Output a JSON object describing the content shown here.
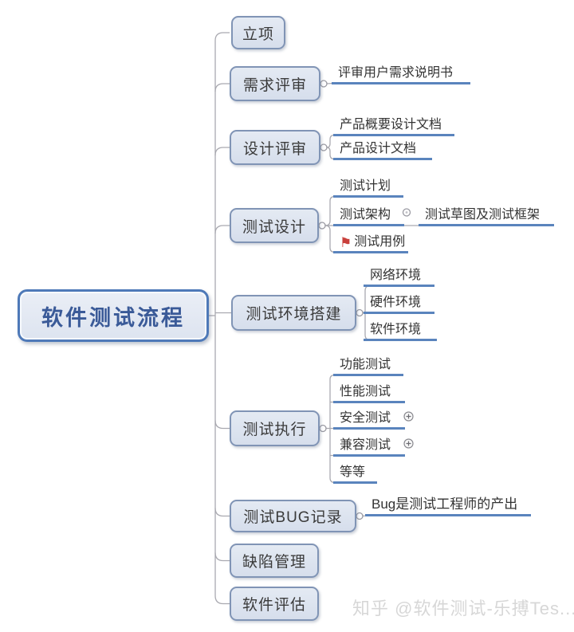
{
  "root": {
    "label": "软件测试流程"
  },
  "branches": [
    {
      "label": "立项",
      "children": []
    },
    {
      "label": "需求评审",
      "children": [
        {
          "label": "评审用户需求说明书"
        }
      ]
    },
    {
      "label": "设计评审",
      "children": [
        {
          "label": "产品概要设计文档"
        },
        {
          "label": "产品设计文档"
        }
      ]
    },
    {
      "label": "测试设计",
      "children": [
        {
          "label": "测试计划"
        },
        {
          "label": "测试架构",
          "children": [
            {
              "label": "测试草图及测试框架"
            }
          ]
        },
        {
          "label": "测试用例",
          "marker": "red-flag"
        }
      ]
    },
    {
      "label": "测试环境搭建",
      "children": [
        {
          "label": "网络环境"
        },
        {
          "label": "硬件环境"
        },
        {
          "label": "软件环境"
        }
      ]
    },
    {
      "label": "测试执行",
      "children": [
        {
          "label": "功能测试"
        },
        {
          "label": "性能测试"
        },
        {
          "label": "安全测试",
          "collapsed": true
        },
        {
          "label": "兼容测试",
          "collapsed": true
        },
        {
          "label": "等等"
        }
      ]
    },
    {
      "label": "测试BUG记录",
      "children": [
        {
          "label": "Bug是测试工程师的产出"
        }
      ]
    },
    {
      "label": "缺陷管理",
      "children": []
    },
    {
      "label": "软件评估",
      "children": []
    }
  ],
  "icons": {
    "flag_glyph": "⚑"
  },
  "watermark": {
    "text": "知乎 @软件测试-乐搏Tes..."
  },
  "colors": {
    "topic_fill": "#dbe2ee",
    "topic_border": "#8094b5",
    "root_border": "#4e79b8",
    "root_text": "#3a5a98",
    "underline": "#5a84bd",
    "connector": "#a9a9b0",
    "flag_red": "#c9403c",
    "watermark_gray": "#d7d7d7"
  }
}
